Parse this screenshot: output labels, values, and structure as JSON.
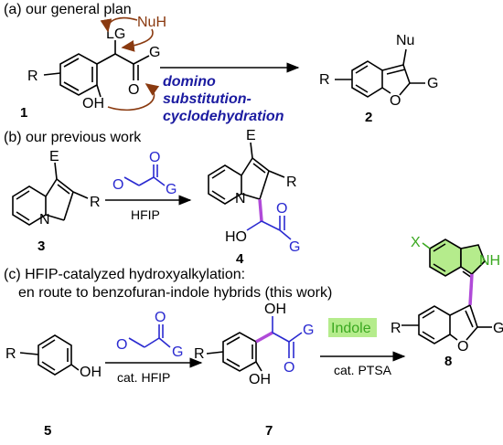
{
  "sections": {
    "a": "(a) our general plan",
    "b": "(b) our previous work",
    "c_line1": "(c) HFIP-catalyzed hydroxyalkylation:",
    "c_line2": "en route to benzofuran-indole hybrids (this work)"
  },
  "scheme_a": {
    "lg": "LG",
    "nuh": "NuH",
    "g": "G",
    "o": "O",
    "oh": "OH",
    "r": "R",
    "compound_1": "1",
    "domino_1": "domino",
    "domino_2": "substitution-",
    "domino_3": "cyclodehydration",
    "product_nu": "Nu",
    "product_r": "R",
    "product_o": "O",
    "product_g": "G",
    "compound_2": "2"
  },
  "scheme_b": {
    "e": "E",
    "r": "R",
    "n": "N",
    "compound_3": "3",
    "reagent_o1": "O",
    "reagent_o2": "O",
    "reagent_g": "G",
    "condition": "HFIP",
    "product_e": "E",
    "product_r": "R",
    "product_n": "N",
    "product_ho": "HO",
    "product_o": "O",
    "product_g": "G",
    "compound_4": "4"
  },
  "scheme_c": {
    "r": "R",
    "oh": "OH",
    "compound_5": "5",
    "reagent_o1": "O",
    "reagent_o2": "O",
    "reagent_g": "G",
    "condition_1": "cat. HFIP",
    "int_r": "R",
    "int_oh_top": "OH",
    "int_o": "O",
    "int_g": "G",
    "int_oh": "OH",
    "compound_7": "7",
    "indole_label": "Indole",
    "condition_2": "cat. PTSA",
    "prod_x": "X",
    "prod_nh": "NH",
    "prod_r": "R",
    "prod_o": "O",
    "prod_g": "G",
    "compound_8": "8"
  },
  "colors": {
    "blue": "#2a2ad0",
    "magenta": "#b04ad8",
    "brown": "#8a3a10",
    "green_fill": "#b5ec8c",
    "green_text": "#3aa820"
  }
}
